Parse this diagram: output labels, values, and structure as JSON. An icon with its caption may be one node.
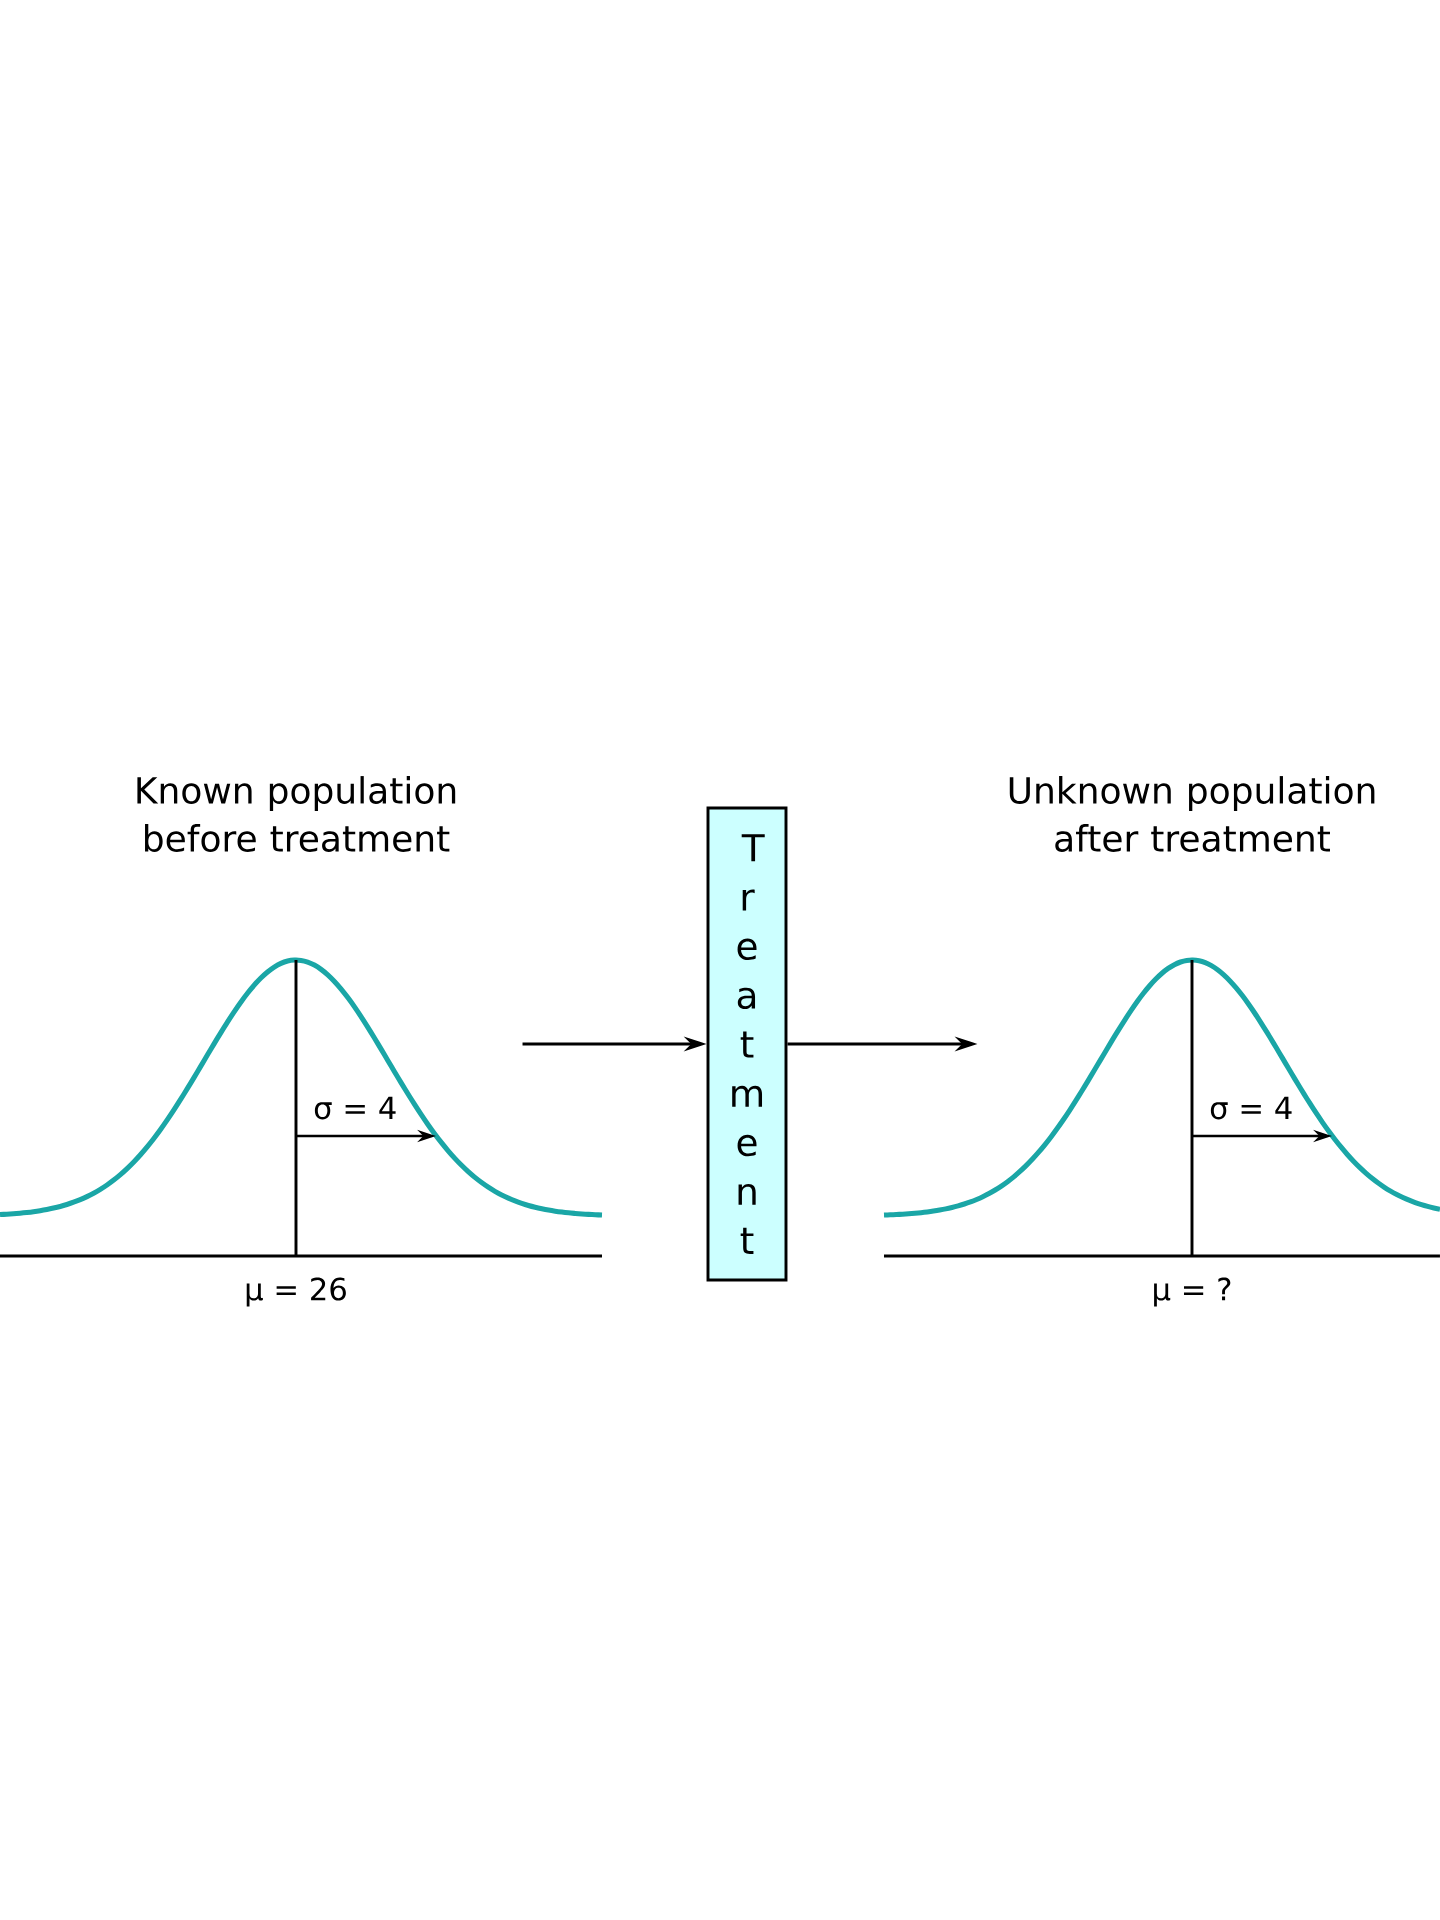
{
  "diagram": {
    "nodes": [
      {
        "text": [
          "Known population before treatment"
        ],
        "beside": [
          "μ = 26"
        ]
      },
      {
        "text": [
          "Treatment"
        ]
      },
      {
        "text": [
          "Unknown population after treatment"
        ],
        "beside": [
          "μ = ?"
        ]
      }
    ],
    "edges": [
      {
        "from": 0,
        "to": 1,
        "arrow": "to"
      },
      {
        "from": 1,
        "to": 2,
        "arrow": "to"
      }
    ],
    "labels": [
      "σ = 4",
      "σ = 4"
    ]
  }
}
